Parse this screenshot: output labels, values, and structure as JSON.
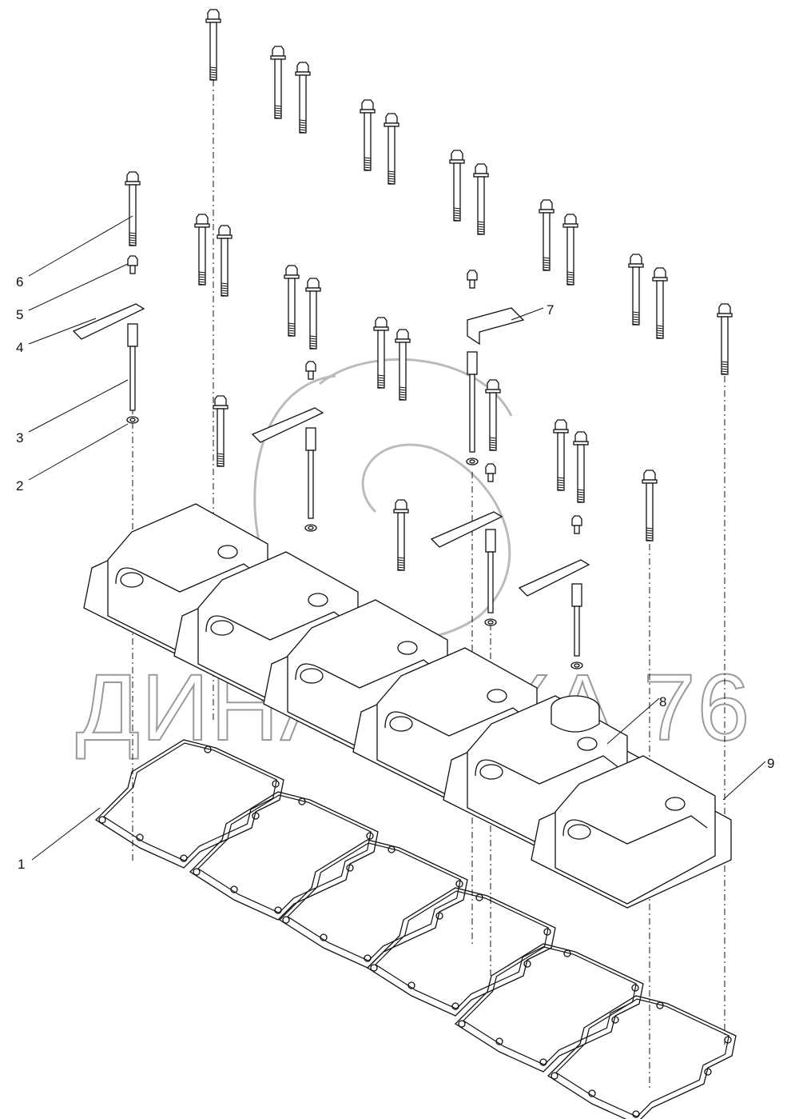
{
  "diagram": {
    "watermark": "ДИНАМИКА 76",
    "callouts": [
      "1",
      "2",
      "3",
      "4",
      "5",
      "6",
      "7",
      "8",
      "9"
    ]
  }
}
